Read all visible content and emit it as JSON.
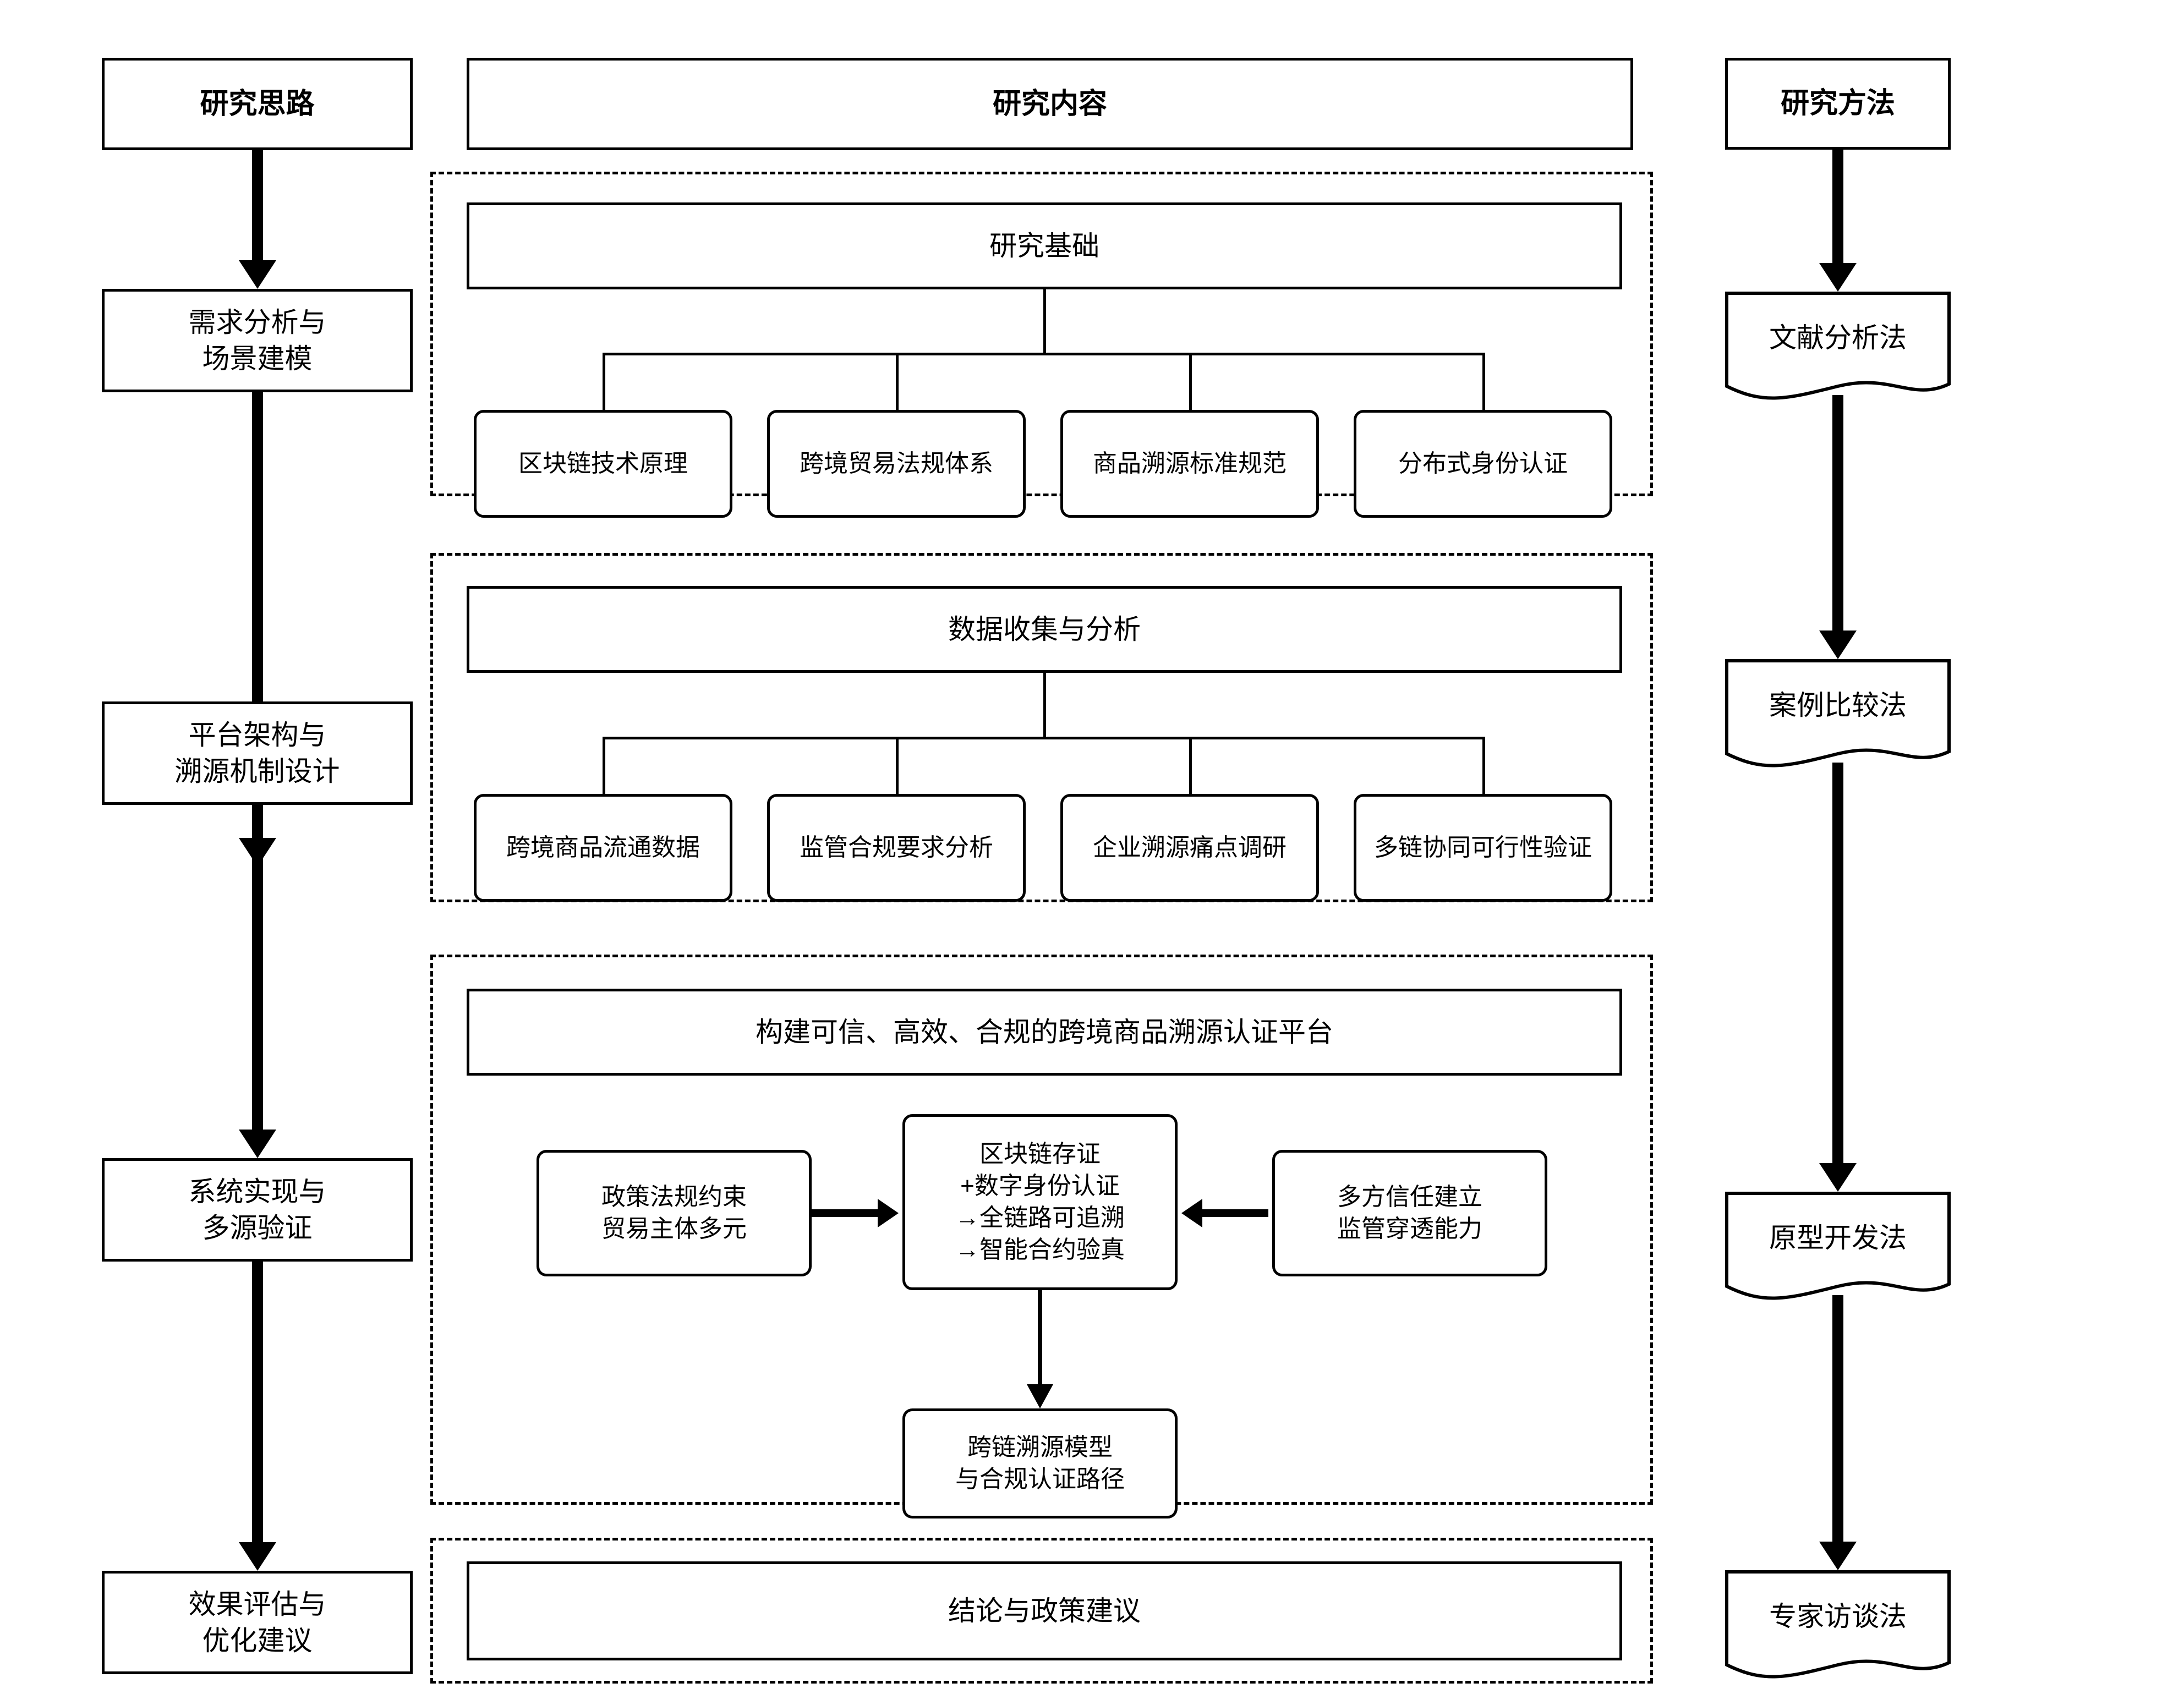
{
  "columns": {
    "left_header": "研究思路",
    "center_header": "研究内容",
    "right_header": "研究方法"
  },
  "left_stages": [
    {
      "line1": "需求分析与",
      "line2": "场景建模"
    },
    {
      "line1": "平台架构与",
      "line2": "溯源机制设计"
    },
    {
      "line1": "系统实现与",
      "line2": "多源验证"
    },
    {
      "line1": "效果评估与",
      "line2": "优化建议"
    }
  ],
  "right_methods": [
    {
      "label": "文献分析法"
    },
    {
      "label": "案例比较法"
    },
    {
      "label": "原型开发法"
    },
    {
      "label": "专家访谈法"
    }
  ],
  "center_groups": [
    {
      "title": "研究基础",
      "children": [
        "区块链技术原理",
        "跨境贸易法规体系",
        "商品溯源标准规范",
        "分布式身份认证"
      ]
    },
    {
      "title": "数据收集与分析",
      "children": [
        "跨境商品流通数据",
        "监管合规要求分析",
        "企业溯源痛点调研",
        "多链协同可行性验证"
      ]
    }
  ],
  "core_group": {
    "title": "构建可信、高效、合规的跨境商品溯源认证平台",
    "left_input": {
      "line1": "政策法规约束",
      "line2": "贸易主体多元"
    },
    "center_node": {
      "line1": "区块链存证",
      "line2": "+数字身份认证",
      "line3": "→全链路可追溯",
      "line4": "→智能合约验真"
    },
    "right_input": {
      "line1": "多方信任建立",
      "line2": "监管穿透能力"
    },
    "output_node": {
      "line1": "跨链溯源模型",
      "line2": "与合规认证路径"
    }
  },
  "conclusion": {
    "title": "结论与政策建议"
  },
  "colors": {
    "stroke": "#000000",
    "background": "#ffffff"
  }
}
